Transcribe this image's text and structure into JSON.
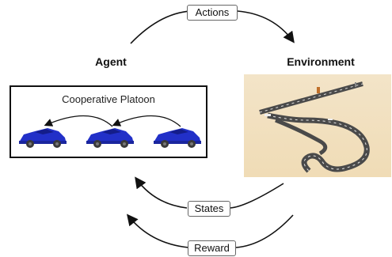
{
  "labels": {
    "actions": "Actions",
    "agent": "Agent",
    "environment": "Environment",
    "platoon_title": "Cooperative Platoon",
    "states": "States",
    "reward": "Reward"
  },
  "colors": {
    "car_body": "#2230c8",
    "car_shadow": "#141d8a",
    "wheel": "#3a3a3a",
    "track": "#4a4a4a",
    "track_edge": "#dcdcdc",
    "env_background": "#f1dfbd"
  },
  "icons": [
    "car-icon",
    "race-track-scene"
  ]
}
